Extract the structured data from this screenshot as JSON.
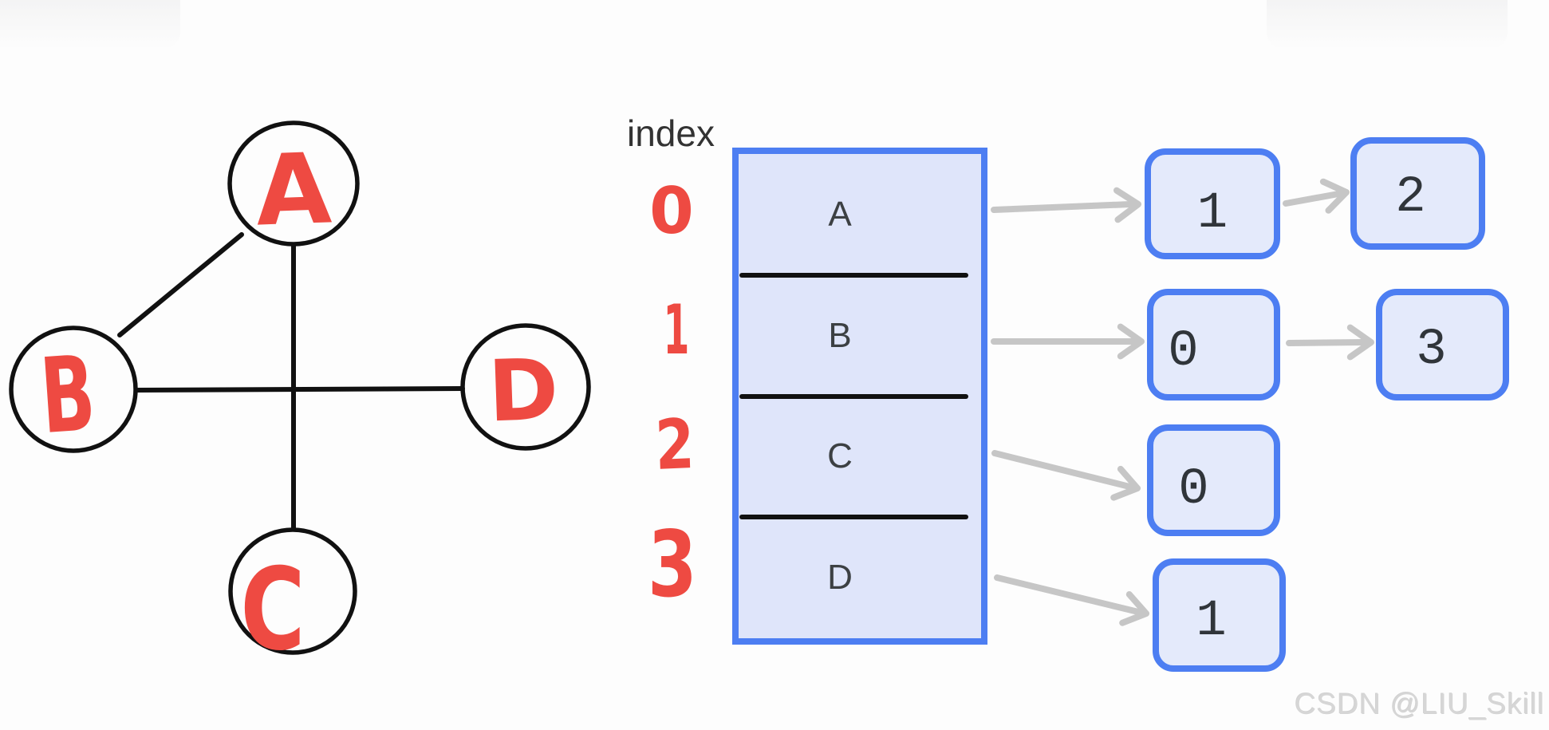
{
  "graph": {
    "nodes": [
      {
        "id": "A",
        "label": "A"
      },
      {
        "id": "B",
        "label": "B"
      },
      {
        "id": "C",
        "label": "C"
      },
      {
        "id": "D",
        "label": "D"
      }
    ],
    "edges": [
      [
        "A",
        "B"
      ],
      [
        "A",
        "C"
      ],
      [
        "B",
        "D"
      ]
    ]
  },
  "adjacency": {
    "index_label": "index",
    "rows": [
      {
        "index": "0",
        "vertex": "A",
        "list": [
          "1",
          "2"
        ]
      },
      {
        "index": "1",
        "vertex": "B",
        "list": [
          "0",
          "3"
        ]
      },
      {
        "index": "2",
        "vertex": "C",
        "list": [
          "0"
        ]
      },
      {
        "index": "3",
        "vertex": "D",
        "list": [
          "1"
        ]
      }
    ]
  },
  "watermark": "CSDN @LIU_Skill",
  "colors": {
    "handwriting_red": "#ee4a42",
    "box_border_blue": "#4d7ef2",
    "array_fill": "#dfe5fa",
    "node_fill": "#e4eafb",
    "arrow_gray": "#c6c6c6",
    "stroke_black": "#111111",
    "text_dark": "#3c4043",
    "watermark_gray": "#d6d6d6"
  }
}
